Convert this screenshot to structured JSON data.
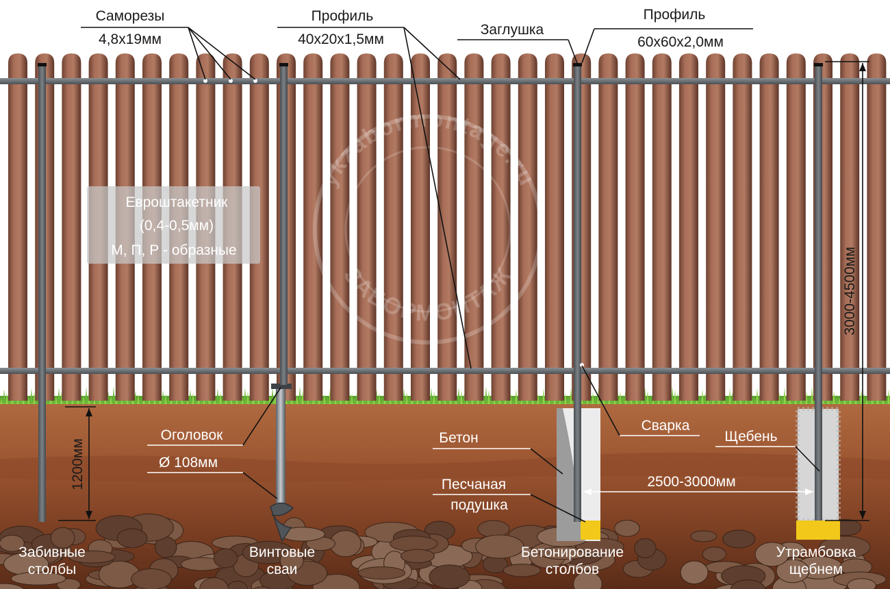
{
  "labels": {
    "screws_title": "Саморезы",
    "screws_size": "4,8х19мм",
    "profile_small_title": "Профиль",
    "profile_small_size": "40х20х1,5мм",
    "cap": "Заглушка",
    "profile_large_title": "Профиль",
    "profile_large_size": "60х60х2,0мм",
    "picket_line1": "Евроштакетник",
    "picket_line2": "(0,4-0,5мм)",
    "picket_line3": "М, П, Р - образные",
    "height_dim": "3000-4500мм",
    "depth_dim": "1200мм",
    "span_dim": "2500-3000мм",
    "pile_head": "Оголовок",
    "pile_diameter": "Ø 108мм",
    "concrete": "Бетон",
    "sand_line1": "Песчаная",
    "sand_line2": "подушка",
    "welding": "Сварка",
    "gravel": "Щебень"
  },
  "methods": [
    {
      "line1": "Забивные",
      "line2": "столбы"
    },
    {
      "line1": "Винтовые",
      "line2": "сваи"
    },
    {
      "line1": "Бетонирование",
      "line2": "столбов"
    },
    {
      "line1": "Утрамбовка",
      "line2": "щебнем"
    }
  ],
  "watermark": {
    "top": "ykzabormontage.ru",
    "bottom": "ЗАБОРМОНТАЖ"
  },
  "colors": {
    "picket": "#9a6450",
    "post": "#5f6468",
    "soil_top": "#a8623a",
    "soil_mid": "#8a4a28",
    "soil_deep": "#6b3520",
    "grass": "#6cb83a",
    "sand": "#f2c81a"
  }
}
